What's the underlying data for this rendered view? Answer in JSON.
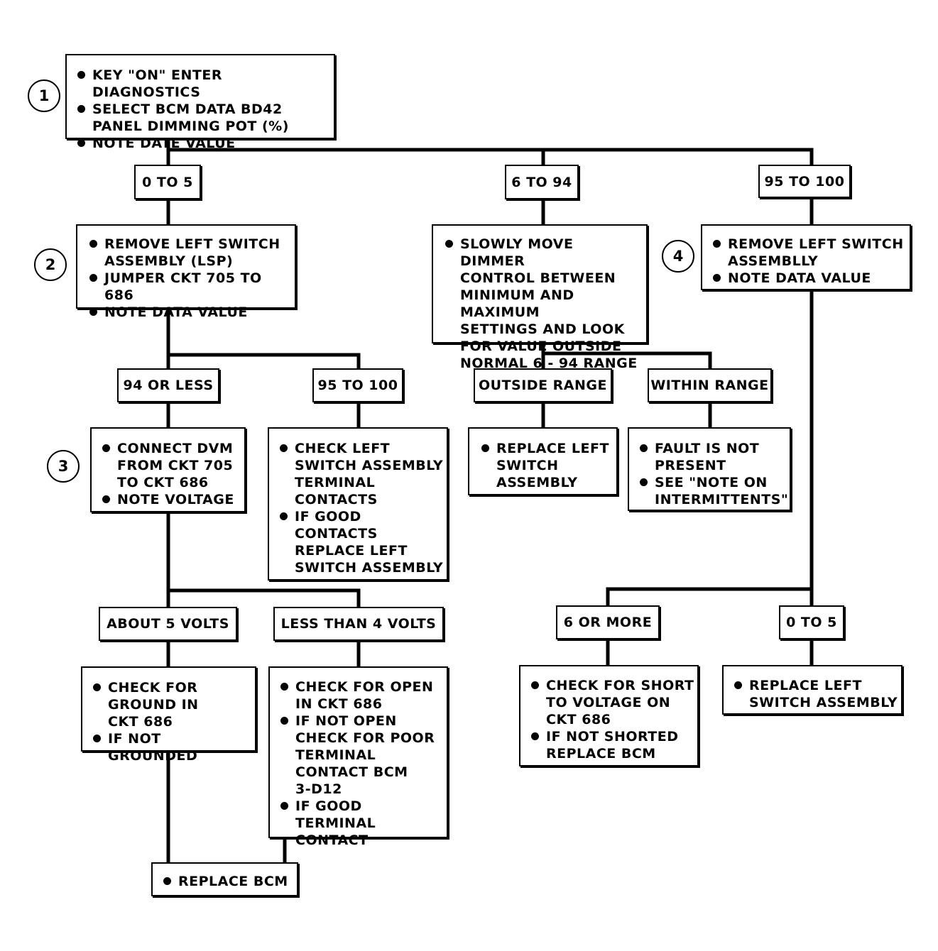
{
  "step_numbers": [
    "1",
    "2",
    "3",
    "4"
  ],
  "step1": {
    "items": [
      "KEY \"ON\" ENTER DIAGNOSTICS",
      "SELECT BCM DATA BD42\nPANEL DIMMING POT (%)",
      "NOTE DATE VALUE"
    ]
  },
  "branch_0_to_5": "0 TO 5",
  "branch_6_to_94": "6 TO 94",
  "branch_95_to_100": "95 TO 100",
  "step2": {
    "items": [
      "REMOVE LEFT SWITCH\nASSEMBLY (LSP)",
      "JUMPER CKT 705 TO 686",
      "NOTE DATA VALUE"
    ]
  },
  "dimmer_box": {
    "items": [
      "SLOWLY MOVE DIMMER\nCONTROL BETWEEN\nMINIMUM AND MAXIMUM\nSETTINGS AND LOOK\nFOR VALUE OUTSIDE\nNORMAL 6 - 94 RANGE"
    ]
  },
  "step4": {
    "items": [
      "REMOVE LEFT SWITCH\nASSEMBLLY",
      "NOTE DATA VALUE"
    ]
  },
  "branch_94_or_less": "94 OR LESS",
  "branch_step2_95_to_100": "95 TO 100",
  "branch_outside_range": "OUTSIDE RANGE",
  "branch_within_range": "WITHIN RANGE",
  "step3": {
    "items": [
      "CONNECT DVM\nFROM CKT 705\nTO CKT 686",
      "NOTE VOLTAGE"
    ]
  },
  "check_lsa_box": {
    "items": [
      "CHECK LEFT\nSWITCH ASSEMBLY\nTERMINAL\nCONTACTS",
      "IF GOOD\nCONTACTS\nREPLACE LEFT\nSWITCH ASSEMBLY"
    ]
  },
  "replace_lsa_box": {
    "items": [
      "REPLACE LEFT\nSWITCH\nASSEMBLY"
    ]
  },
  "fault_box": {
    "items": [
      "FAULT IS NOT\nPRESENT",
      "SEE \"NOTE ON\nINTERMITTENTS\""
    ]
  },
  "branch_about_5_volts": "ABOUT 5 VOLTS",
  "branch_less_than_4_volts": "LESS THAN 4 VOLTS",
  "branch_6_or_more": "6 OR MORE",
  "branch_step4_0_to_5": "0 TO 5",
  "ground_box": {
    "items": [
      "CHECK FOR\nGROUND IN\nCKT 686",
      "IF NOT GROUNDED"
    ]
  },
  "open_box": {
    "items": [
      "CHECK FOR OPEN\nIN CKT 686",
      "IF NOT OPEN\nCHECK FOR POOR\nTERMINAL\nCONTACT BCM\n3-D12",
      "IF GOOD TERMINAL\nCONTACT"
    ]
  },
  "short_box": {
    "items": [
      "CHECK FOR SHORT\nTO VOLTAGE ON\nCKT 686",
      "IF NOT SHORTED\nREPLACE BCM"
    ]
  },
  "replace_lsa_box2": {
    "items": [
      "REPLACE LEFT\nSWITCH ASSEMBLY"
    ]
  },
  "replace_bcm_box": {
    "items": [
      "REPLACE BCM"
    ]
  }
}
